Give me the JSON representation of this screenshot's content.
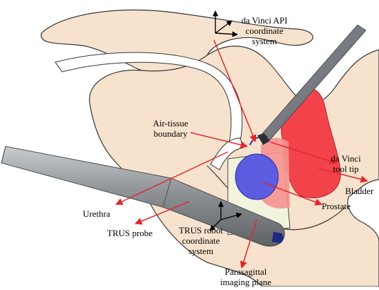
{
  "labels": {
    "da_vinci_api": [
      "da Vinci API",
      "coordinate",
      "system"
    ],
    "air_tissue": [
      "Air-tissue",
      "boundary"
    ],
    "da_vinci_tool": [
      "da Vinci",
      "tool tip"
    ],
    "bladder": "Bladder",
    "urethra": "Urethra",
    "prostate": "Prostate",
    "trus_probe": "TRUS probe",
    "trus_robot": [
      "TRUS robot",
      "coordinate",
      "system"
    ],
    "parasagittal": [
      "Parasagittal",
      "imaging plane"
    ]
  },
  "colors": {
    "tissue": "#f7e2cd",
    "tissue_outline": "#333333",
    "bladder": "#f2434b",
    "prostate": "#5b5ce0",
    "arrow": "#e3262b",
    "probe": "#8f9396",
    "probe_tip": "#1c2a80",
    "plane": "#f1f3dd",
    "instrument": "#64676e"
  }
}
